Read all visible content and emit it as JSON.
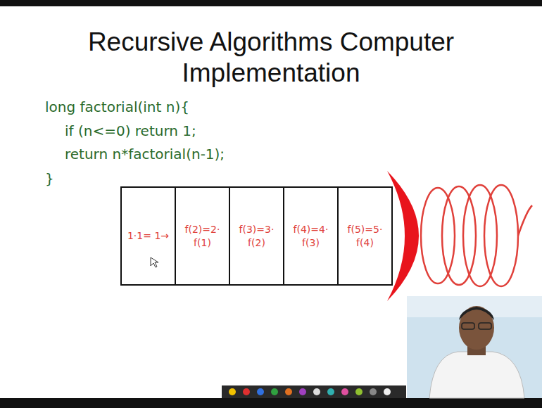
{
  "diagram": {
    "title": "Recursive Algorithms Computer Implementation",
    "nodes": [
      {
        "text": [
          "1·1= 1→"
        ]
      },
      {
        "text": [
          "f(2)=2· f(1)"
        ]
      },
      {
        "text": [
          "f(3)=3· f(2)"
        ]
      },
      {
        "text": [
          "f(4)=4· f(3)"
        ]
      },
      {
        "text": [
          "f(5)=5· f(4)"
        ]
      }
    ],
    "labels": [
      "long factorial(int n){",
      "if (n<=0) return 1;",
      "return n*factorial(n-1);",
      "}"
    ]
  }
}
